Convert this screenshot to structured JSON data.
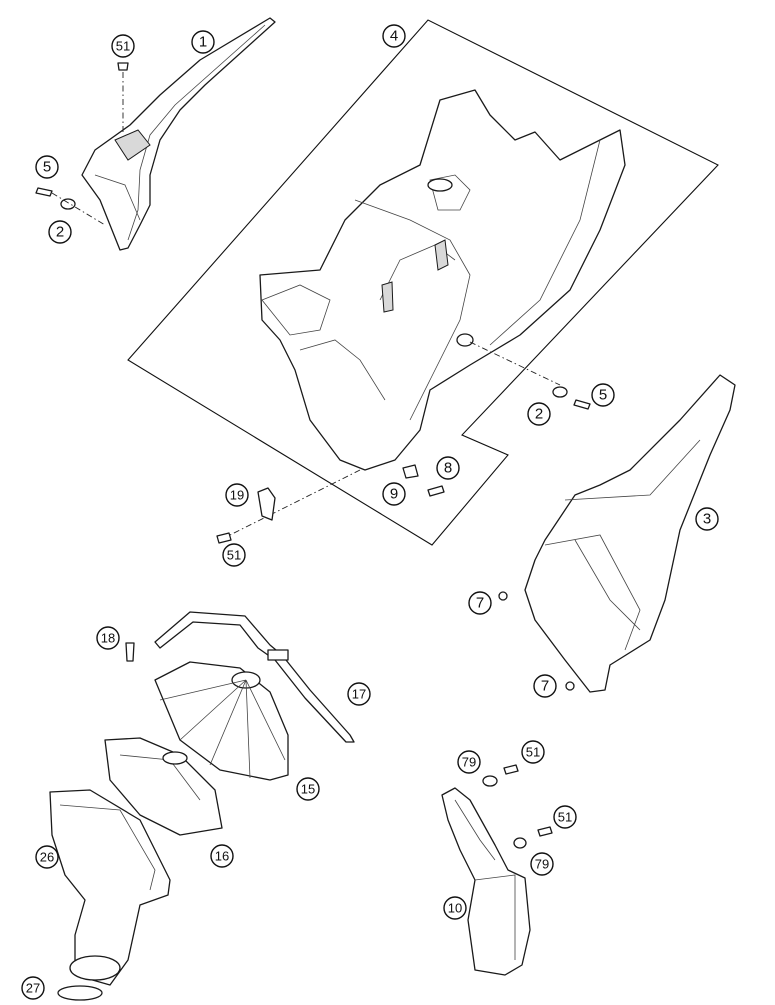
{
  "diagram": {
    "callouts": [
      {
        "id": "c1",
        "label": "1"
      },
      {
        "id": "c51a",
        "label": "51"
      },
      {
        "id": "c5a",
        "label": "5"
      },
      {
        "id": "c2a",
        "label": "2"
      },
      {
        "id": "c4",
        "label": "4"
      },
      {
        "id": "c2b",
        "label": "2"
      },
      {
        "id": "c5b",
        "label": "5"
      },
      {
        "id": "c8",
        "label": "8"
      },
      {
        "id": "c9",
        "label": "9"
      },
      {
        "id": "c19",
        "label": "19"
      },
      {
        "id": "c51b",
        "label": "51"
      },
      {
        "id": "c3",
        "label": "3"
      },
      {
        "id": "c7a",
        "label": "7"
      },
      {
        "id": "c7b",
        "label": "7"
      },
      {
        "id": "c18",
        "label": "18"
      },
      {
        "id": "c17",
        "label": "17"
      },
      {
        "id": "c15",
        "label": "15"
      },
      {
        "id": "c16",
        "label": "16"
      },
      {
        "id": "c26",
        "label": "26"
      },
      {
        "id": "c79a",
        "label": "79"
      },
      {
        "id": "c51c",
        "label": "51"
      },
      {
        "id": "c51d",
        "label": "51"
      },
      {
        "id": "c79b",
        "label": "79"
      },
      {
        "id": "c10",
        "label": "10"
      },
      {
        "id": "c27",
        "label": "27"
      }
    ]
  }
}
